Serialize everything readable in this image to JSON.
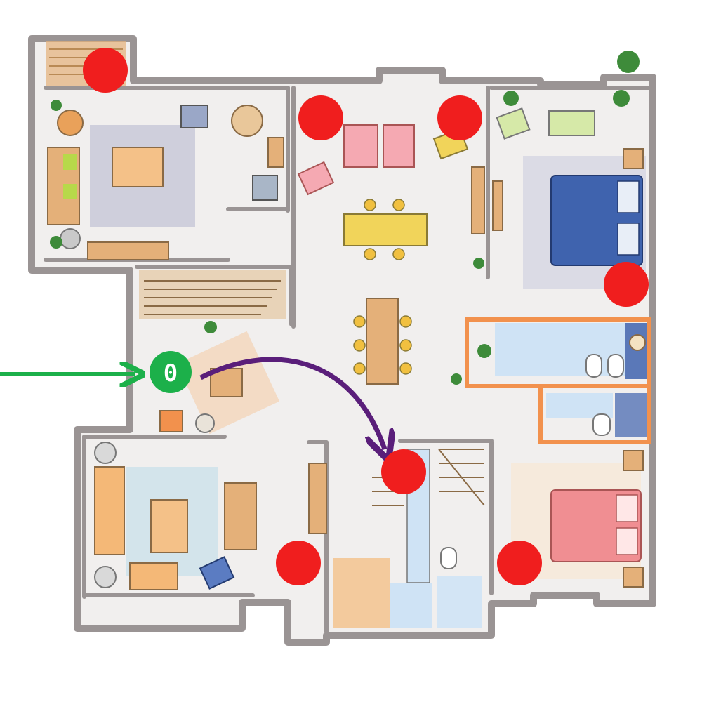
{
  "start_marker": {
    "label": "0"
  },
  "colors": {
    "marker_fill": "#f01e1e",
    "start_arrow": "#1cb04a",
    "path_arrow": "#5a1e7a",
    "start_badge_fill": "#1cb04a",
    "start_badge_text": "#ffffff",
    "wall": "#9a9494",
    "floor": "#f1efee",
    "rug_gray": "#c9c9d8",
    "rug_blue": "#cfe2ea",
    "wood": "#e4b079",
    "table_yellow": "#f1d45a",
    "bed_blue": "#3f63ae",
    "bed_pink": "#f08e92",
    "chair_pink": "#f5a9b2",
    "bath_blue": "#cfe3f5",
    "plant": "#3e8b3a",
    "orange_trim": "#f2914d"
  },
  "icons": [
    "target-marker-icon",
    "start-arrow-icon",
    "path-arrow-icon",
    "potted-plant-icon",
    "bed-icon",
    "sofa-icon",
    "toilet-icon",
    "dining-table-icon",
    "staircase-icon"
  ],
  "markers": [
    {
      "id": "kitchen-top-left"
    },
    {
      "id": "dining-left"
    },
    {
      "id": "dining-right"
    },
    {
      "id": "bedroom-blue"
    },
    {
      "id": "stairs-hall"
    },
    {
      "id": "lounge-bottom"
    },
    {
      "id": "bedroom-pink"
    }
  ]
}
